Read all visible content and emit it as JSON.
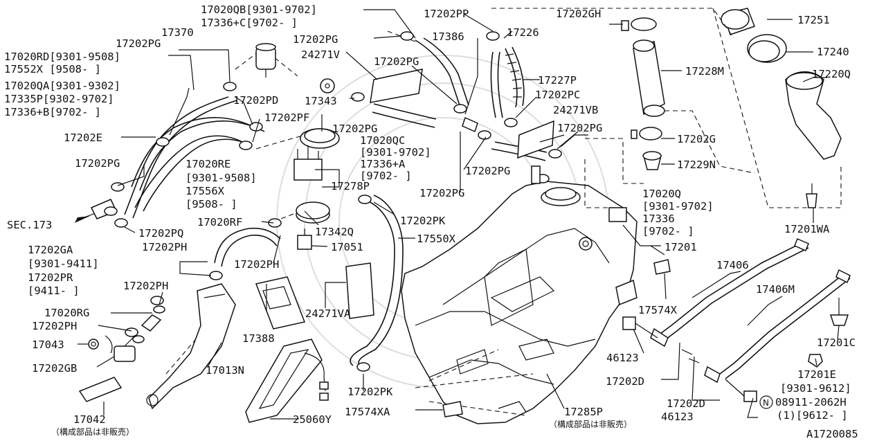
{
  "sec_ref": "SEC.173",
  "diagram_id": "A1720085",
  "note": "（構成部品は非販売）",
  "nissan_mark": "N",
  "labels": {
    "l17020QB": "17020QB[9301-9702]",
    "l17336C": "17336+C[9702-    ]",
    "l17370": "17370",
    "l17202PG_a": "17202PG",
    "l17020RD": "17020RD[9301-9508]",
    "l17552X": "17552X [9508-    ]",
    "l17020QA": "17020QA[9301-9302]",
    "l17335P": "17335P[9302-9702]",
    "l17336B": "17336+B[9702-    ]",
    "l17202E": "17202E",
    "l17202PG_b": "17202PG",
    "l17202PG_c": "17202PG",
    "l24271V": "24271V",
    "l17202PD": "17202PD",
    "l17202PF": "17202PF",
    "l17343": "17343",
    "l17202PG_d": "17202PG",
    "l17202PG_e": "17202PG",
    "l17202PP": "17202PP",
    "l17386": "17386",
    "l17226": "17226",
    "l17227P": "17227P",
    "l17202PC": "17202PC",
    "l17020QC": "17020QC",
    "l17020QC_d1": "[9301-9702]",
    "l17336A": "17336+A",
    "l17336A_d": "[9702-    ]",
    "l17202PG_f": "17202PG",
    "l17202PG_g": "17202PG",
    "l24271VB": "24271VB",
    "l17202PG_h": "17202PG",
    "l17202GH": "17202GH",
    "l17251": "17251",
    "l17240": "17240",
    "l17228M": "17228M",
    "l17220Q": "17220Q",
    "l17202G": "17202G",
    "l17229N": "17229N",
    "l17020Q": "17020Q",
    "l17020Q_d1": "[9301-9702]",
    "l17336": "17336",
    "l17336_d": "[9702-    ]",
    "l17201WA": "17201WA",
    "l17201": "17201",
    "l17020RE": "17020RE",
    "l17020RE_d1": "[9301-9508]",
    "l17556X": "17556X",
    "l17556X_d": "[9508-    ]",
    "l17278P": "17278P",
    "l17202PK_a": "17202PK",
    "l17342Q": "17342Q",
    "l17550X": "17550X",
    "l17051": "17051",
    "l17020RF": "17020RF",
    "l17202PQ": "17202PQ",
    "l17202GA": "17202GA",
    "l17202GA_d": "[9301-9411]",
    "l17202PR": "17202PR",
    "l17202PR_d": "[9411-    ]",
    "l17202PH_a": "17202PH",
    "l17202PH_b": "17202PH",
    "l17202PH_c": "17202PH",
    "l17202PH_d": "17202PH",
    "l17020RG": "17020RG",
    "l17043": "17043",
    "l17202GB": "17202GB",
    "l17042": "17042",
    "l17388": "17388",
    "l17013N": "17013N",
    "l24271VA": "24271VA",
    "l17202PK_b": "17202PK",
    "l17574XA": "17574XA",
    "l25060Y": "25060Y",
    "l17285P": "17285P",
    "l17406": "17406",
    "l17406M": "17406M",
    "l17574X": "17574X",
    "l46123_a": "46123",
    "l46123_b": "46123",
    "l17202D_a": "17202D",
    "l17202D_b": "17202D",
    "l17201C": "17201C",
    "l17201E": "17201E",
    "l17201E_d": "[9301-9612]",
    "l08911": "08911-2062H",
    "l08911_d": "(1)[9612-    ]"
  }
}
